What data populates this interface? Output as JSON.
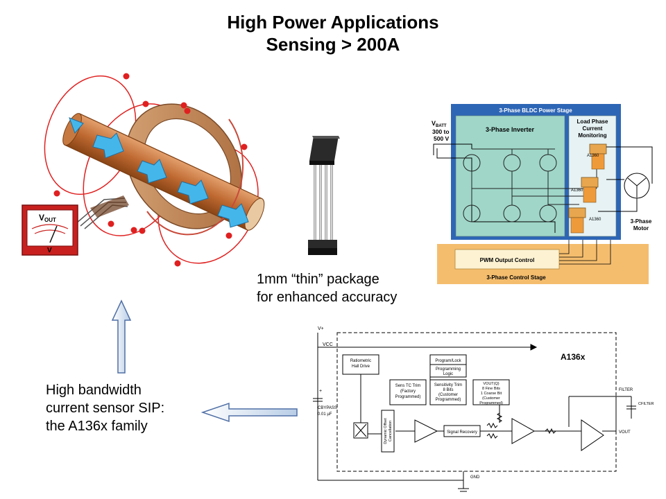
{
  "slide": {
    "title_line1": "High Power Applications",
    "title_line2": "Sensing > 200A",
    "caption_package_line1": "1mm “thin” package",
    "caption_package_line2": "for enhanced accuracy",
    "caption_sensor_line1": "High bandwidth",
    "caption_sensor_line2": "current sensor SIP:",
    "caption_sensor_line3": "the A136x family"
  },
  "meter": {
    "label_main": "V",
    "label_sub": "OUT",
    "unit": "V"
  },
  "bldc": {
    "title": "3-Phase BLDC Power Stage",
    "vbatt_main": "V",
    "vbatt_sub": "BATT",
    "vbatt_range1": "300 to",
    "vbatt_range2": "500 V",
    "inverter": "3-Phase Inverter",
    "monitor_line1": "Load Phase",
    "monitor_line2": "Current",
    "monitor_line3": "Monitoring",
    "sensor_labels": [
      "A1360",
      "A1360",
      "A1360"
    ],
    "motor_line1": "3-Phase",
    "motor_line2": "Motor",
    "pwm": "PWM Output Control",
    "control_stage": "3-Phase Control Stage"
  },
  "block": {
    "vplus": "V+",
    "vcc": "VCC",
    "chip": "A136x",
    "hall_line1": "Ratiometric",
    "hall_line2": "Hall Drive",
    "prog_lock": "Program/Lock",
    "prog_logic_line1": "Programming",
    "prog_logic_line2": "Logic",
    "sens_tc_line1": "Sens TC Trim",
    "sens_tc_line2": "(Factory",
    "sens_tc_line3": "Programmed)",
    "sens_trim_line1": "Sensitivity Trim",
    "sens_trim_line2": "8 Bits",
    "sens_trim_line3": "(Customer",
    "sens_trim_line4": "Programmed)",
    "vout_trim_line1": "VOUT(Q)",
    "vout_trim_line2": "8 Fine Bits",
    "vout_trim_line3": "1 Coarse Bit",
    "vout_trim_line4": "(Customer",
    "vout_trim_line5": "Programmed)",
    "offset_line1": "Dynamic Offset",
    "offset_line2": "Cancellation",
    "signal_recovery": "Signal Recovery",
    "cbypass": "CBYPASS",
    "cbypass_value": "0.01 µF",
    "filter": "FILTER",
    "cfilter": "CFILTER",
    "vout": "VOUT",
    "gnd": "GND",
    "plus": "+"
  }
}
